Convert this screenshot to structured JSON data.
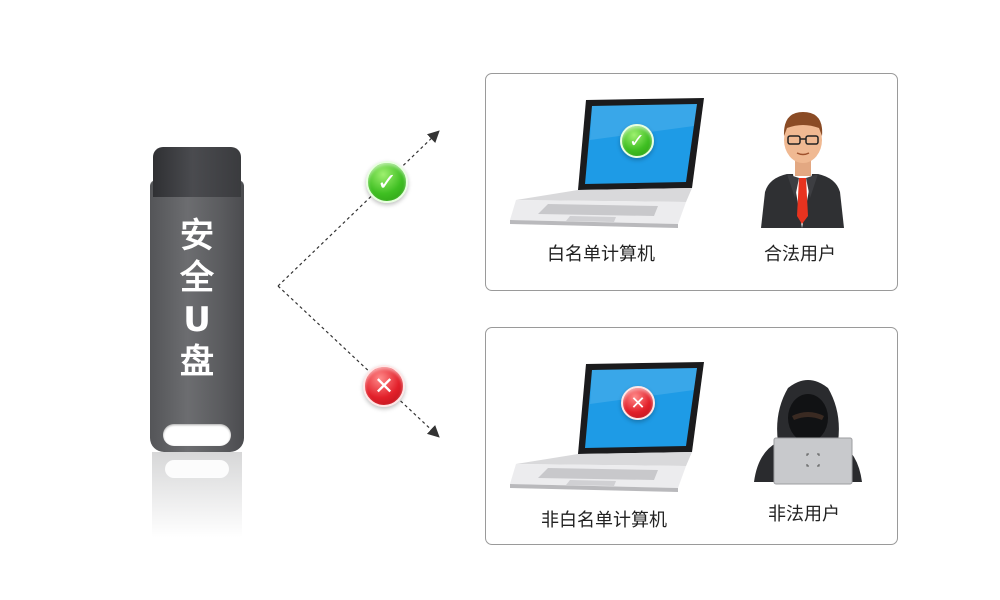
{
  "usb": {
    "label_chars": [
      "安",
      "全",
      "U",
      "盘"
    ]
  },
  "flows": {
    "allowed_icon": "check-icon",
    "denied_icon": "cross-icon"
  },
  "panel_top": {
    "computer_label": "白名单计算机",
    "user_label": "合法用户",
    "screen_badge": "check-icon"
  },
  "panel_bottom": {
    "computer_label": "非白名单计算机",
    "user_label": "非法用户",
    "screen_badge": "cross-icon"
  },
  "colors": {
    "ok": "#3fbf22",
    "bad": "#e2202a",
    "screen": "#1e9be6",
    "usb": "#5b5c5f"
  }
}
